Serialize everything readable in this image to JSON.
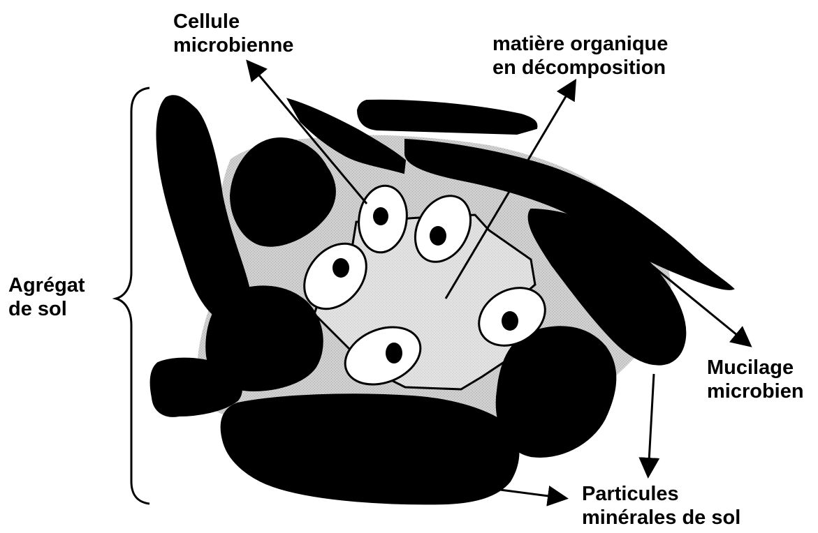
{
  "labels": {
    "cellule": [
      "Cellule",
      "microbienne"
    ],
    "matiere": [
      "matière organique",
      "en décomposition"
    ],
    "agregat": [
      "Agrégat",
      "de sol"
    ],
    "mucilage": [
      "Mucilage",
      "microbien"
    ],
    "particules": [
      "Particules",
      "minérales de sol"
    ]
  },
  "colors": {
    "particle": "#000000",
    "mucilage": "#b4b4b4",
    "organic_matter": "#dcdcdc",
    "cell": "#ffffff"
  }
}
